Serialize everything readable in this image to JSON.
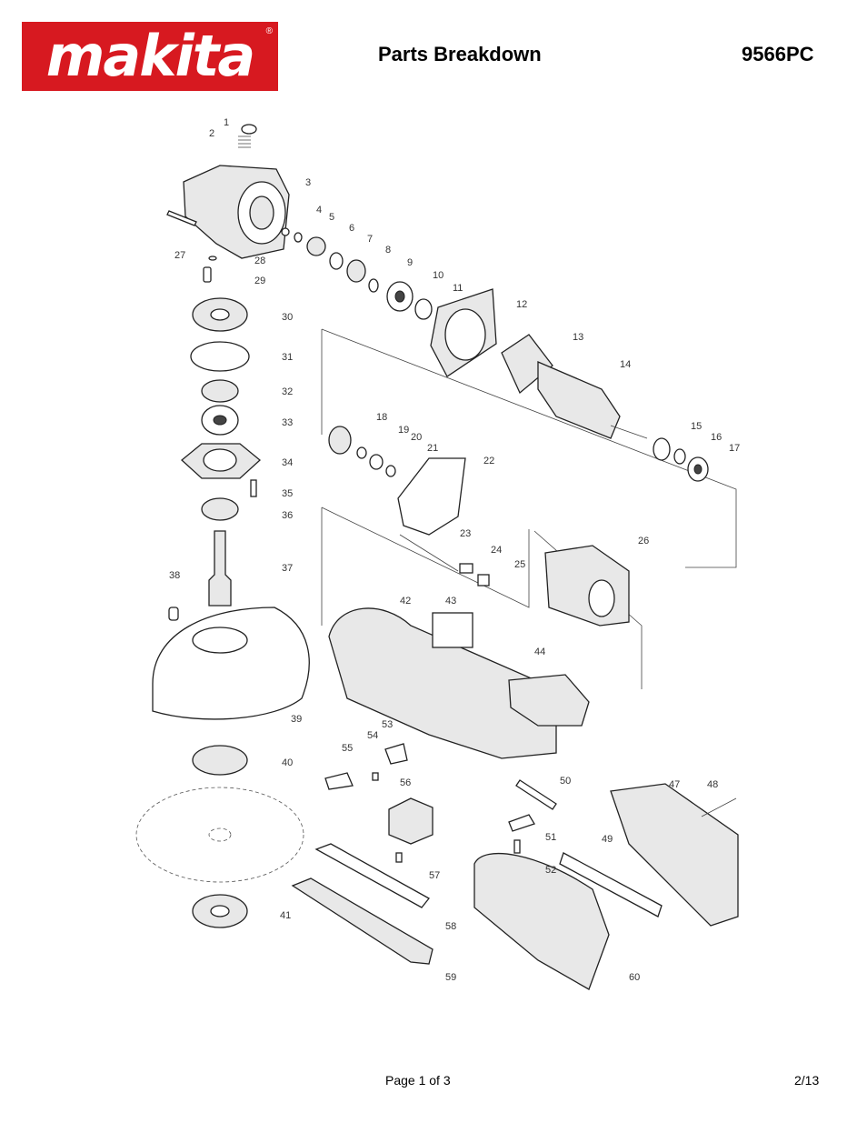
{
  "header": {
    "brand": "makita",
    "brand_mark": "®",
    "title": "Parts Breakdown",
    "model": "9566PC"
  },
  "footer": {
    "page": "Page 1 of 3",
    "date": "2/13"
  },
  "colors": {
    "brand_red": "#d71920",
    "line": "#222222"
  },
  "diagram": {
    "labels": [
      "1",
      "2",
      "3",
      "4",
      "5",
      "6",
      "7",
      "8",
      "9",
      "10",
      "11",
      "12",
      "13",
      "14",
      "15",
      "16",
      "17",
      "18",
      "19",
      "20",
      "21",
      "22",
      "23",
      "24",
      "25",
      "26",
      "27",
      "28",
      "29",
      "30",
      "31",
      "32",
      "33",
      "34",
      "35",
      "36",
      "37",
      "38",
      "39",
      "40",
      "41",
      "42",
      "43",
      "44",
      "47",
      "48",
      "49",
      "50",
      "51",
      "52",
      "53",
      "54",
      "55",
      "56",
      "57",
      "58",
      "59",
      "60"
    ]
  }
}
